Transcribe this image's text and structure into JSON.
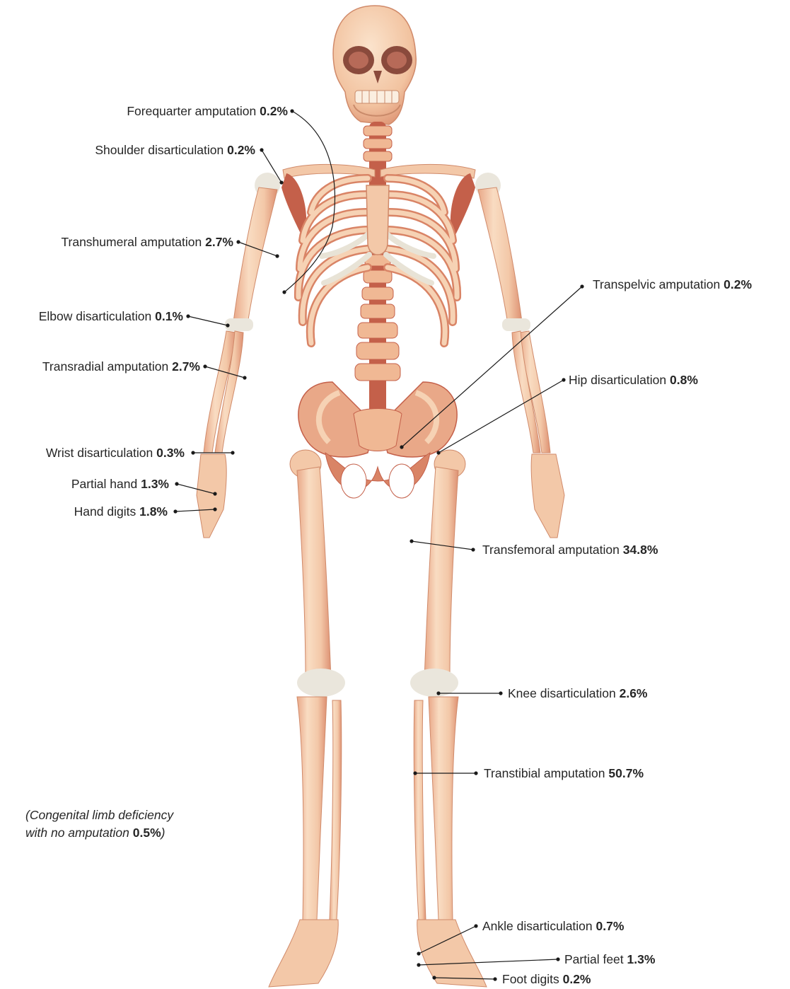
{
  "labels": [
    {
      "id": "forequarter",
      "name": "Forequarter amputation",
      "value": "0.2%"
    },
    {
      "id": "shoulder",
      "name": "Shoulder disarticulation",
      "value": "0.2%"
    },
    {
      "id": "transhumeral",
      "name": "Transhumeral amputation",
      "value": "2.7%"
    },
    {
      "id": "elbow",
      "name": "Elbow disarticulation",
      "value": "0.1%"
    },
    {
      "id": "transradial",
      "name": "Transradial amputation",
      "value": "2.7%"
    },
    {
      "id": "wrist",
      "name": "Wrist disarticulation",
      "value": "0.3%"
    },
    {
      "id": "partialhand",
      "name": "Partial hand",
      "value": "1.3%"
    },
    {
      "id": "handdigits",
      "name": "Hand digits",
      "value": "1.8%"
    },
    {
      "id": "transpelvic",
      "name": "Transpelvic amputation",
      "value": "0.2%"
    },
    {
      "id": "hip",
      "name": "Hip disarticulation",
      "value": "0.8%"
    },
    {
      "id": "transfemoral",
      "name": "Transfemoral amputation",
      "value": "34.8%"
    },
    {
      "id": "knee",
      "name": "Knee disarticulation",
      "value": "2.6%"
    },
    {
      "id": "transtibial",
      "name": "Transtibial amputation",
      "value": "50.7%"
    },
    {
      "id": "ankle",
      "name": "Ankle disarticulation",
      "value": "0.7%"
    },
    {
      "id": "partialfeet",
      "name": "Partial feet",
      "value": "1.3%"
    },
    {
      "id": "footdigits",
      "name": "Foot digits",
      "value": "0.2%"
    }
  ],
  "note": {
    "line1": "(Congenital limb deficiency",
    "line2_prefix": "with no amputation ",
    "line2_value": "0.5%",
    "line2_suffix": ")"
  },
  "colors": {
    "bone_light": "#f6d2b4",
    "bone_mid": "#eeb896",
    "bone_shade": "#d98466",
    "bone_dark": "#c4604a",
    "cartilage": "#eae6dc",
    "leader_line": "#1a1a1a"
  }
}
